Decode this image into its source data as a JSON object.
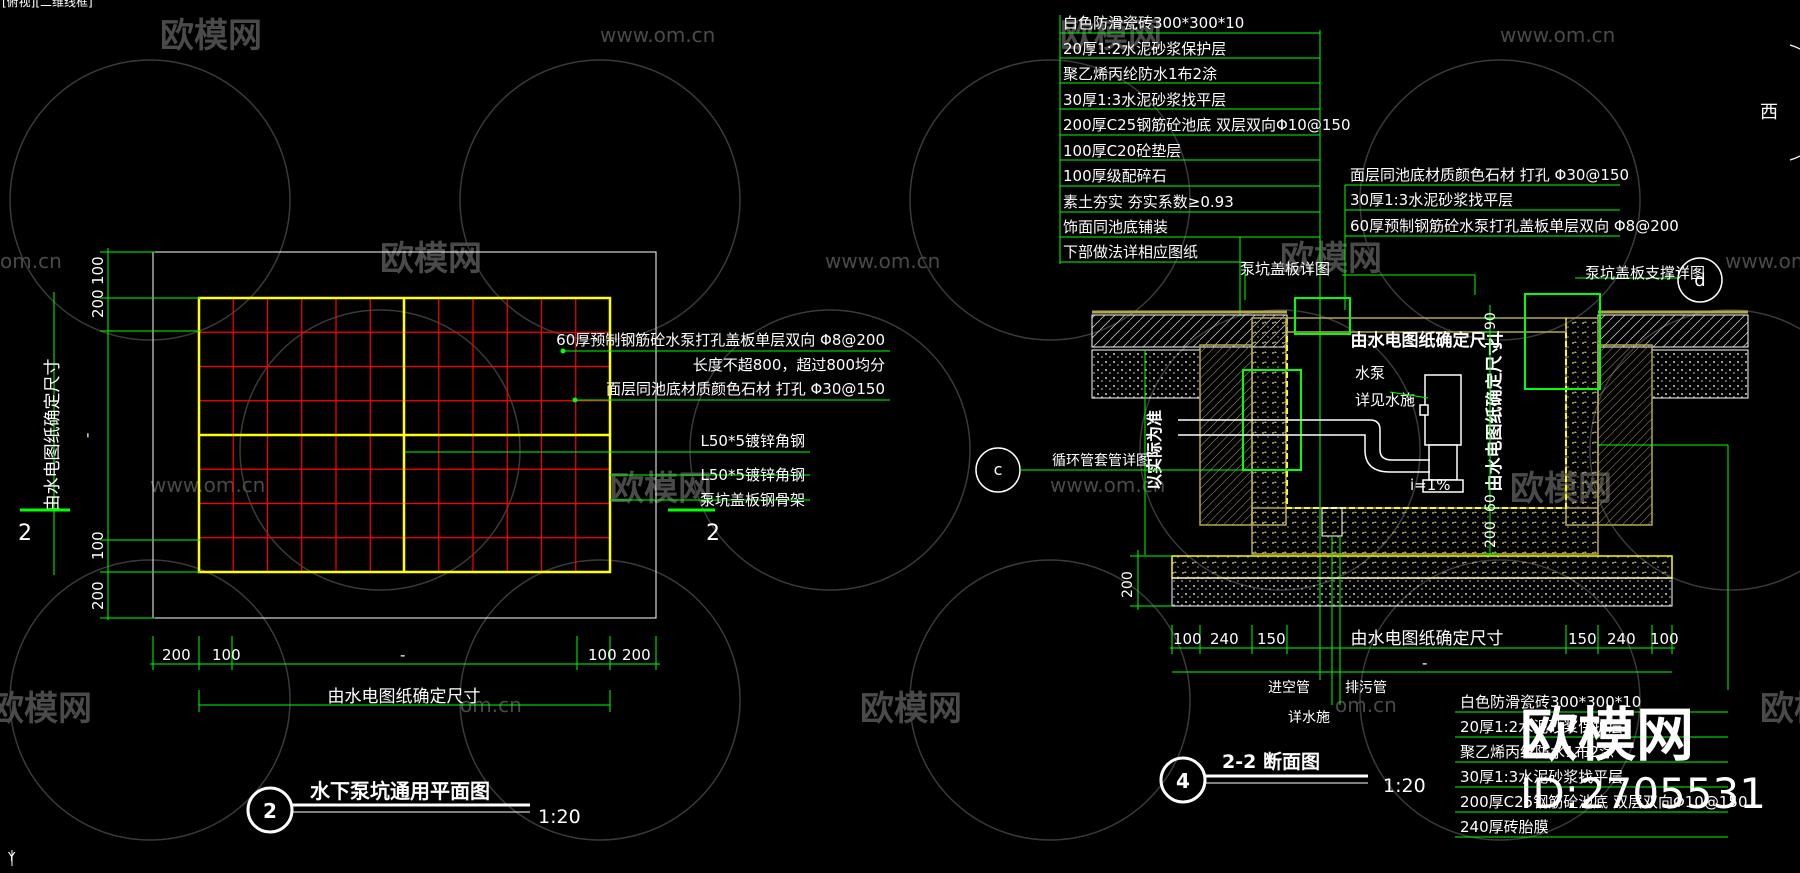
{
  "viewport_label": "[俯视][二维线框]",
  "axis_label": "Y",
  "compass": "西",
  "watermark": {
    "logo_text": "欧模网",
    "url": "www.om.cn",
    "url_short": "om.cn",
    "big_logo": "欧模网",
    "id_text": "ID:2705531"
  },
  "plan": {
    "title": "水下泵坑通用平面图",
    "number": "2",
    "scale": "1:20",
    "section_mark": "2",
    "vertical_note": "由水电图纸确定尺寸",
    "bottom_note": "由水电图纸确定尺寸",
    "dims_left": [
      "100",
      "200",
      "100",
      "200"
    ],
    "dims_bottom": [
      "200",
      "100",
      "-",
      "100",
      "200"
    ],
    "dim_left_mid": "-",
    "leader_texts": [
      "60厚预制钢筋砼水泵打孔盖板单层双向 Φ8@200",
      "长度不超800，超过800均分",
      "面层同池底材质颜色石材  打孔 Φ30@150",
      "L50*5镀锌角钢",
      "L50*5镀锌角钢",
      "泵坑盖板钢骨架"
    ]
  },
  "section": {
    "title": "2-2 断面图",
    "number": "4",
    "scale": "1:20",
    "left_layers": [
      "白色防滑瓷砖300*300*10",
      "20厚1:2水泥砂浆保护层",
      "聚乙烯丙纶防水1布2涂",
      "30厚1:3水泥砂浆找平层",
      "200厚C25钢筋砼池底  双层双向Φ10@150",
      "100厚C20砼垫层",
      "100厚级配碎石",
      "素土夯实  夯实系数≥0.93",
      "饰面同池底铺装",
      "下部做法详相应图纸"
    ],
    "right_layers": [
      "面层同池底材质颜色石材  打孔 Φ30@150",
      "30厚1:3水泥砂浆找平层",
      "60厚预制钢筋砼水泵打孔盖板单层双向 Φ8@200"
    ],
    "cover_detail": "泵坑盖板详图",
    "support_detail": "泵坑盖板支撑详图",
    "circle_c": "c",
    "circle_d": "d",
    "pipe_note": "循环管套管详图",
    "pump": "水泵",
    "pump_note": "详见水施",
    "slope": "i=1%",
    "inner_top": "由水电图纸确定尺寸",
    "inner_right": "由水电图纸确定尺寸",
    "left_vertical": "以实际为准",
    "dims_right_vert": [
      "200",
      "60",
      "90"
    ],
    "dim_left_200": "200",
    "dims_bottom": [
      "100",
      "240",
      "150",
      "由水电图纸确定尺寸",
      "150",
      "240",
      "100"
    ],
    "dim_bottom_total": "-",
    "bottom_notes": [
      "进空管",
      "排污管",
      "详水施"
    ],
    "bottom_layers": [
      "白色防滑瓷砖300*300*10",
      "20厚1:2水泥砂浆保护层",
      "聚乙烯丙纶防水1布2涂",
      "30厚1:3水泥砂浆找平层",
      "200厚C25钢筋砼池底  双层双向Φ10@150",
      "240厚砖胎膜"
    ]
  },
  "colors": {
    "background": "#000000",
    "yellow": "#ffff00",
    "red": "#ff0000",
    "green": "#00ff00",
    "white": "#ffffff",
    "olive": "#b5a84a"
  }
}
